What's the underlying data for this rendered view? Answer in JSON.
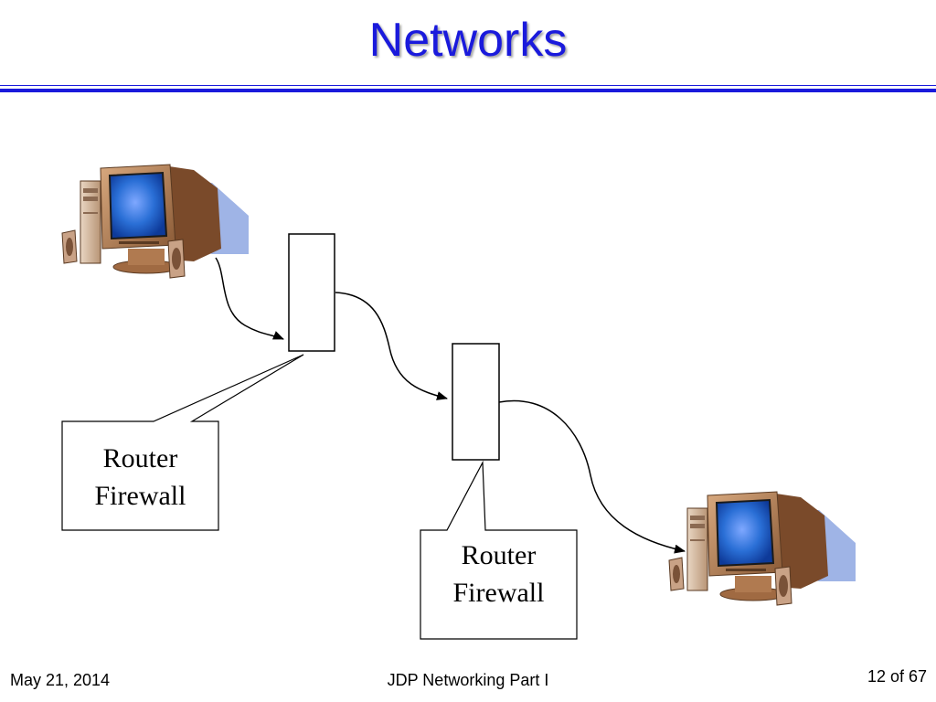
{
  "slide": {
    "title": "Networks"
  },
  "callouts": [
    {
      "line1": "Router",
      "line2": "Firewall"
    },
    {
      "line1": "Router",
      "line2": "Firewall"
    }
  ],
  "footer": {
    "date": "May 21, 2014",
    "center": "JDP Networking Part I",
    "page": "12 of 67"
  },
  "colors": {
    "title": "#1a1adc",
    "rule": "#1a1adc",
    "monitor_body": "#a8714a",
    "screen": "#2a6fd6",
    "shadow": "#9fb4e6"
  }
}
